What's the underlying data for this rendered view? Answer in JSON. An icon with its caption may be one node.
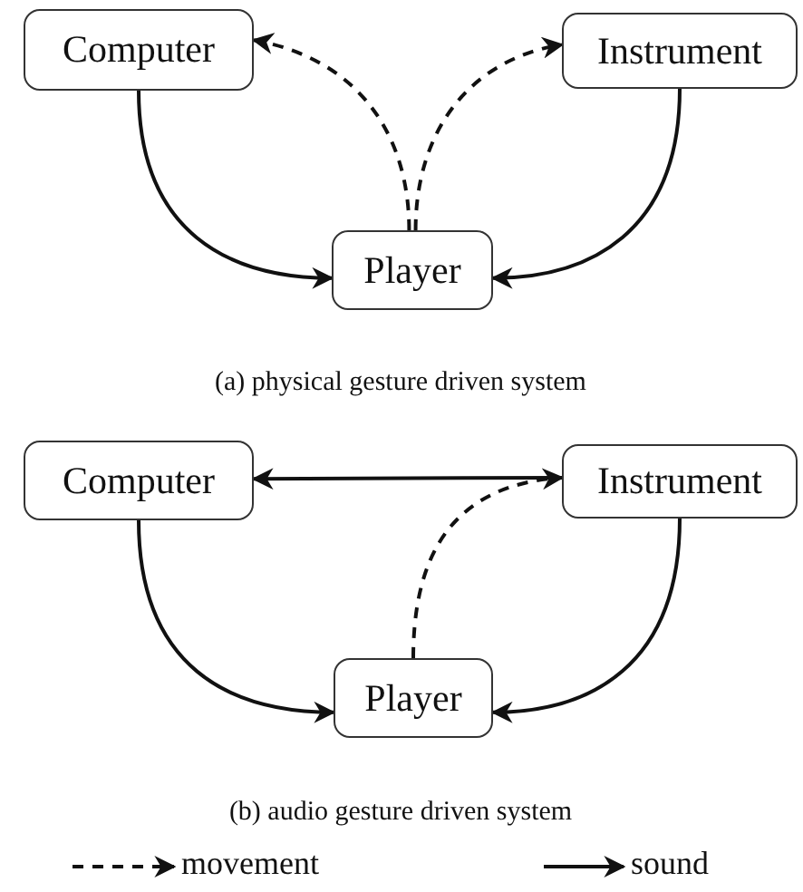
{
  "diagram": {
    "nodes": [
      {
        "text": [
          "Computer"
        ]
      },
      {
        "text": [
          "Instrument"
        ]
      },
      {
        "text": [
          "Player"
        ]
      },
      {
        "text": [
          "Computer"
        ]
      },
      {
        "text": [
          "Instrument"
        ]
      },
      {
        "text": [
          "Player"
        ]
      }
    ],
    "edges": [
      {
        "from": 0,
        "to": 2,
        "arrow": "to"
      },
      {
        "from": 1,
        "to": 2,
        "arrow": "to"
      },
      {
        "from": 2,
        "to": 0,
        "arrow": "to",
        "style": "dashed"
      },
      {
        "from": 2,
        "to": 1,
        "arrow": "to",
        "style": "dashed"
      },
      {
        "from": 3,
        "to": 5,
        "arrow": "to"
      },
      {
        "from": 4,
        "to": 5,
        "arrow": "to"
      },
      {
        "from": 4,
        "to": 3,
        "arrow": "to"
      },
      {
        "from": 5,
        "to": 4,
        "arrow": "to",
        "style": "dashed"
      }
    ],
    "labels": [
      "(a) physical gesture driven system",
      "(b) audio gesture driven system"
    ],
    "legend": [
      {
        "text": "movement"
      },
      {
        "text": "sound"
      }
    ]
  }
}
